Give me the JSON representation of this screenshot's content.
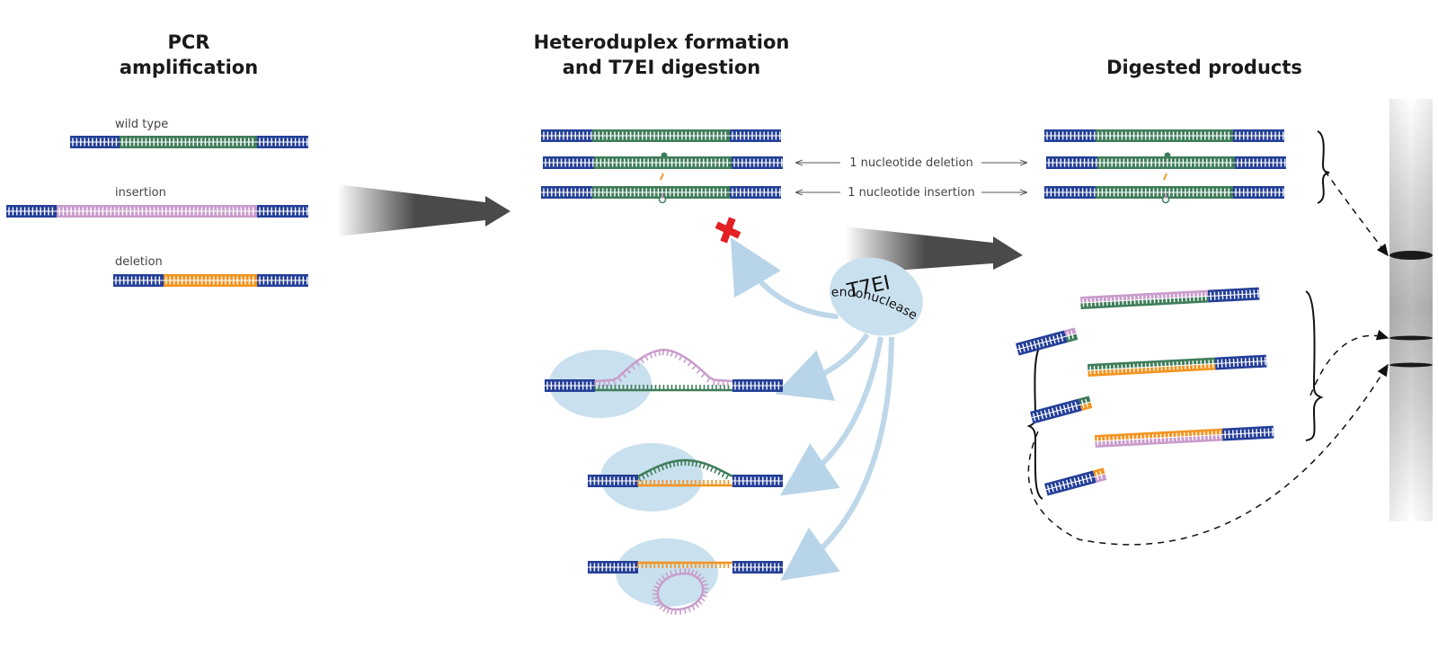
{
  "colors": {
    "blue": "#243f98",
    "green": "#3f7d5a",
    "pink": "#c99ccb",
    "orange": "#f39420",
    "enzyme": "#c9e0ee",
    "arrow": "#4a4a4a",
    "cross": "#e41f26"
  },
  "sections": {
    "pcr": {
      "title_line1": "PCR",
      "title_line2": "amplification"
    },
    "hetero": {
      "title_line1": "Heteroduplex formation",
      "title_line2": "and T7EI digestion"
    },
    "digest": {
      "title": "Digested products"
    }
  },
  "pcr_products": [
    {
      "label": "wild type",
      "insert_color": "green"
    },
    {
      "label": "insertion",
      "insert_color": "pink"
    },
    {
      "label": "deletion",
      "insert_color": "orange"
    }
  ],
  "mismatch_labels": {
    "deletion": "1 nucleotide deletion",
    "insertion": "1 nucleotide insertion"
  },
  "enzyme": {
    "name": "T7EI",
    "type": "endonuclease"
  },
  "cross_icon": "not-cleaved-x-icon",
  "gel": {
    "bands": [
      "uncut",
      "large-fragment",
      "small-fragment"
    ]
  }
}
